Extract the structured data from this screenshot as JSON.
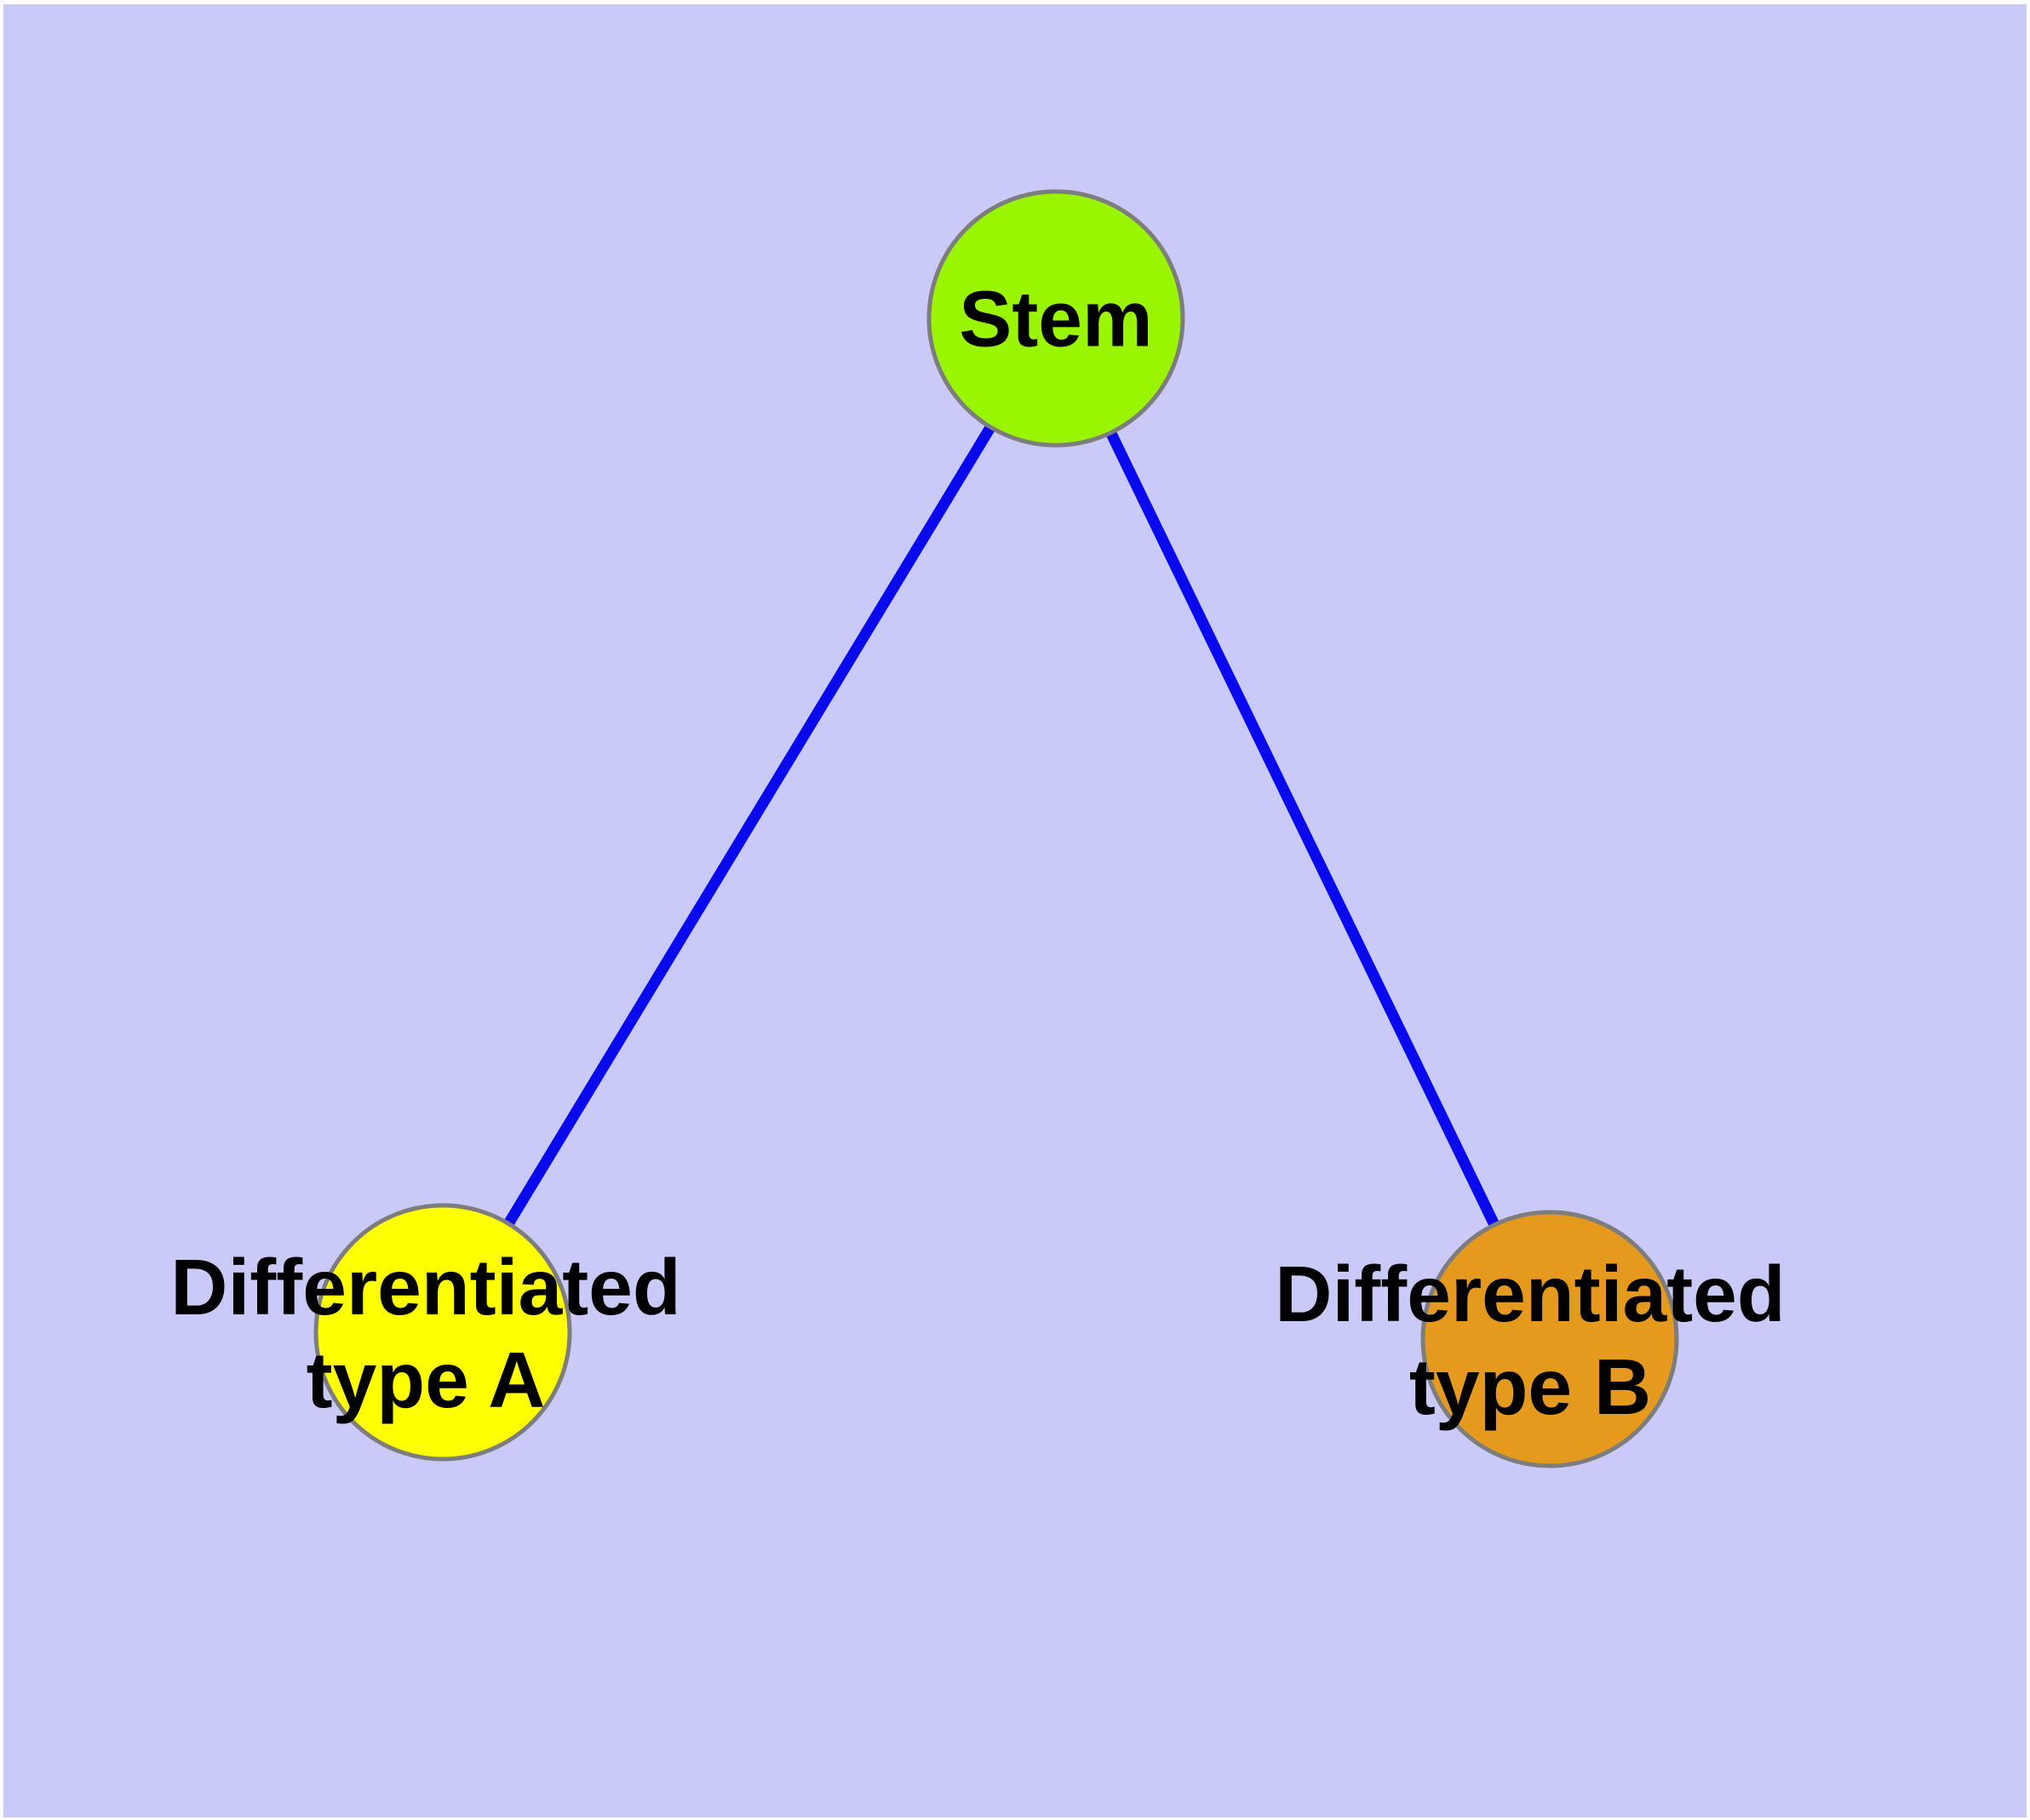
{
  "diagram": {
    "type": "node-link-graph",
    "background_color": "#CACAF8",
    "margin_color": "#FFFFFF",
    "edge_color": "#0909F0",
    "node_border_color": "#7D7D7D",
    "label_color": "#000000",
    "nodes": {
      "stem": {
        "label": "Stem",
        "fill": "#99F500"
      },
      "type_a": {
        "label_line1": "Differentiated",
        "label_line2": "type A",
        "fill": "#FFFF00"
      },
      "type_b": {
        "label_line1": "Differentiated",
        "label_line2": "type B",
        "fill": "#E59A1E"
      }
    },
    "edges": [
      {
        "name": "stem-to-type-a",
        "from": "Stem",
        "to": "Differentiated type A"
      },
      {
        "name": "stem-to-type-b",
        "from": "Stem",
        "to": "Differentiated type B"
      }
    ]
  }
}
